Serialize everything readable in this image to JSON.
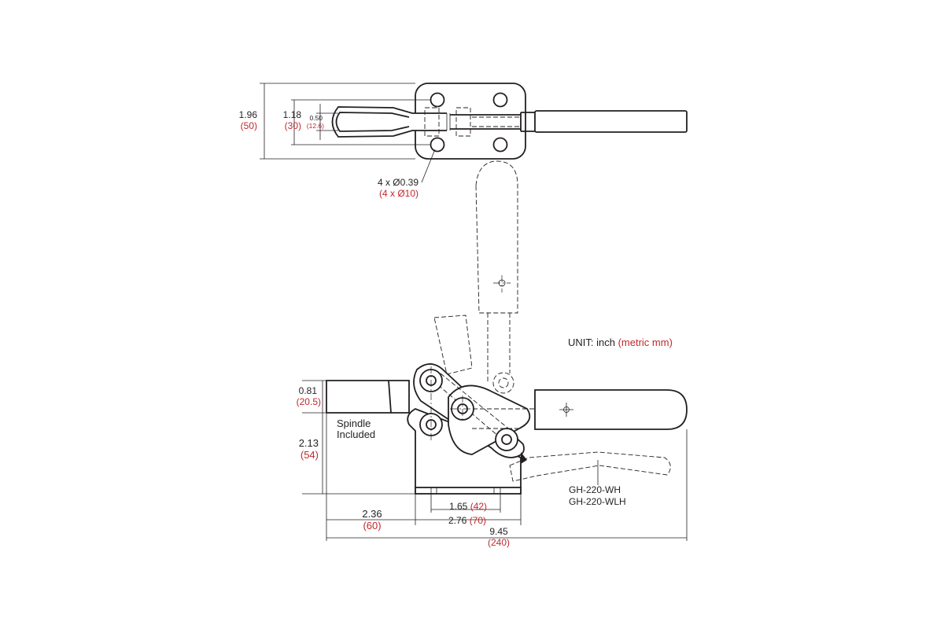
{
  "unit": {
    "prefix": "UNIT:  inch ",
    "metric": "(metric mm)"
  },
  "top_view": {
    "overall_height": {
      "inch": "1.96",
      "mm": "(50)"
    },
    "hole_spacing": {
      "inch": "1.18",
      "mm": "(30)"
    },
    "slot_width": {
      "inch": "0.50",
      "mm": "(12.6)"
    },
    "holes": {
      "inch": "4 x Ø0.39",
      "mm": "(4 x Ø10)"
    }
  },
  "side_view": {
    "spindle_height": {
      "inch": "0.81",
      "mm": "(20.5)"
    },
    "base_height": {
      "inch": "2.13",
      "mm": "(54)"
    },
    "spindle_reach": {
      "inch": "2.36",
      "mm": "(60)"
    },
    "hole_pitch": {
      "inch": "1.65",
      "mm": "(42)"
    },
    "base_length": {
      "inch": "2.76",
      "mm": "(70)"
    },
    "overall_length": {
      "inch": "9.45",
      "mm": "(240)"
    },
    "spindle_note": [
      "Spindle",
      "Included"
    ],
    "models": [
      "GH-220-WH",
      "GH-220-WLH"
    ]
  }
}
